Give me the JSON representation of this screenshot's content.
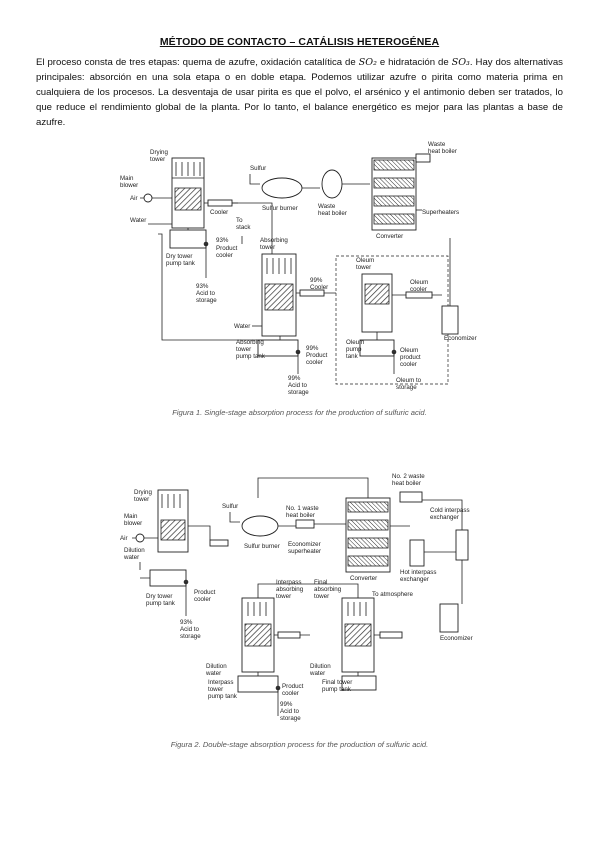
{
  "title": "MÉTODO DE CONTACTO – CATÁLISIS HETEROGÉNEA",
  "intro": {
    "part1": "El proceso consta de tres etapas: quema de azufre, oxidación catalítica de ",
    "so2": "SO₂",
    "part2": " e hidratación de ",
    "so3": "SO₃",
    "part3": ". Hay dos alternativas principales: absorción en una sola etapa o en doble etapa. Podemos utilizar azufre o pirita como materia prima en cualquiera de los procesos. La desventaja de usar pirita es que el polvo, el arsénico y el antimonio deben ser tratados, lo que reduce el rendimiento global de la planta. Por lo tanto, el balance energético es mejor para las plantas a base de azufre."
  },
  "figure1": {
    "caption": "Figura 1. Single-stage absorption process for the production of sulfuric acid.",
    "labels": {
      "drying_tower": [
        "Drying",
        "tower"
      ],
      "main_blower": [
        "Main",
        "blower"
      ],
      "air": "Air",
      "water": "Water",
      "cooler": "Cooler",
      "sulfur": "Sulfur",
      "sulfur_burner": "Sulfur burner",
      "waste_heat_boiler": [
        "Waste",
        "heat boiler"
      ],
      "waste_heat_boiler_top": [
        "Waste",
        "heat boiler"
      ],
      "superheaters": "Superheaters",
      "converter": "Converter",
      "to_stack": [
        "To",
        "stack"
      ],
      "pct93": "93%",
      "product_cooler": [
        "Product",
        "cooler"
      ],
      "dry_tower_pump_tank": [
        "Dry tower",
        "pump tank"
      ],
      "acid93_storage": [
        "93%",
        "Acid to",
        "storage"
      ],
      "absorbing_tower": [
        "Absorbing",
        "tower"
      ],
      "cooler99": [
        "99%",
        "Cooler"
      ],
      "oleum_tower": [
        "Oleum",
        "tower"
      ],
      "oleum_cooler": [
        "Oleum",
        "cooler"
      ],
      "water2": "Water",
      "absorbing_pump_tank": [
        "Absorbing",
        "tower",
        "pump tank"
      ],
      "pct99_product_cooler": [
        "99%",
        "Product",
        "cooler"
      ],
      "oleum_pump_tank": [
        "Oleum",
        "pump",
        "tank"
      ],
      "oleum_product_cooler": [
        "Oleum",
        "product",
        "cooler"
      ],
      "acid99_storage": [
        "99%",
        "Acid to",
        "storage"
      ],
      "oleum_to_storage": [
        "Oleum to",
        "storage"
      ],
      "economizer": "Economizer"
    }
  },
  "figure2": {
    "caption": "Figura 2. Double-stage absorption process for the production of sulfuric acid.",
    "labels": {
      "drying_tower": [
        "Drying",
        "tower"
      ],
      "main_blower": [
        "Main",
        "blower"
      ],
      "air": "Air",
      "dilution_water": [
        "Dilution",
        "water"
      ],
      "sulfur": "Sulfur",
      "sulfur_burner": "Sulfur burner",
      "no1_waste": [
        "No. 1 waste",
        "heat boiler"
      ],
      "no2_waste": [
        "No. 2 waste",
        "heat boiler"
      ],
      "economizer_superheater": [
        "Economizer",
        "superheater"
      ],
      "converter": "Converter",
      "hot_interpass": [
        "Hot interpass",
        "exchanger"
      ],
      "cold_interpass": [
        "Cold interpass",
        "exchanger"
      ],
      "economizer": "Economizer",
      "dry_tower_pump_tank": [
        "Dry tower",
        "pump tank"
      ],
      "product_cooler": [
        "Product",
        "cooler"
      ],
      "acid93_storage": [
        "93%",
        "Acid to",
        "storage"
      ],
      "interpass_absorbing": [
        "Interpass",
        "absorbing",
        "tower"
      ],
      "final_absorbing": [
        "Final",
        "absorbing",
        "tower"
      ],
      "to_atmosphere": "To atmosphere",
      "dilution_water_2": [
        "Dilution",
        "water"
      ],
      "interpass_pump_tank": [
        "Interpass",
        "tower",
        "pump tank"
      ],
      "product_cooler_2": [
        "Product",
        "cooler"
      ],
      "dilution_water_3": [
        "Dilution",
        "water"
      ],
      "final_pump_tank": [
        "Final tower",
        "pump tank"
      ],
      "acid99_storage": [
        "99%",
        "Acid to",
        "storage"
      ]
    }
  }
}
